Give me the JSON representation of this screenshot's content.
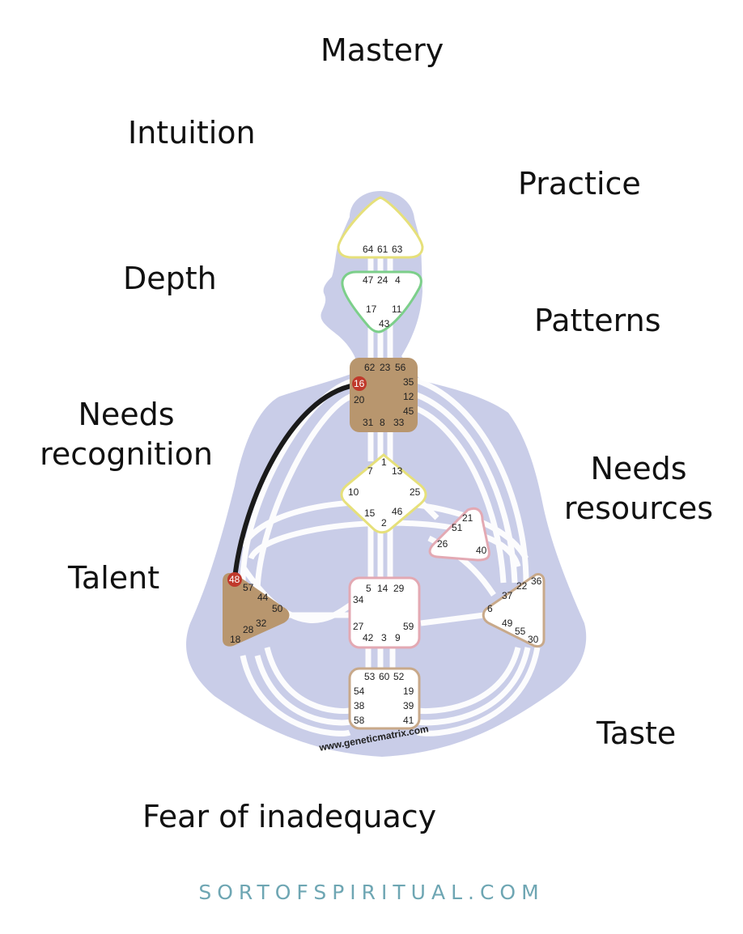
{
  "labels": {
    "mastery": "Mastery",
    "intuition": "Intuition",
    "practice": "Practice",
    "depth": "Depth",
    "patterns": "Patterns",
    "needs_recognition_1": "Needs",
    "needs_recognition_2": "recognition",
    "needs_resources_1": "Needs",
    "needs_resources_2": "resources",
    "talent": "Talent",
    "taste": "Taste",
    "fear": "Fear of inadequacy"
  },
  "footer": "SORTOFSPIRITUAL.COM",
  "bodygraph": {
    "watermark": "www.geneticmatrix.com",
    "colors": {
      "silhouette": "#c9cde8",
      "channel": "#ffffff",
      "defined_center": "#b8966e",
      "defined_channel": "#1a1a1a",
      "active_gate": "#c0392b",
      "head_outline": "#e6e07a",
      "ajna_outline": "#7ccf8a",
      "g_outline": "#e6e07a",
      "sacral_outline": "#e3a9b3",
      "ego_outline": "#e3a9b3",
      "solar_outline": "#c8a98a"
    },
    "centers": {
      "head": [
        "64",
        "61",
        "63"
      ],
      "ajna": [
        "47",
        "24",
        "4",
        "17",
        "11",
        "43"
      ],
      "throat": [
        "62",
        "23",
        "56",
        "16",
        "35",
        "20",
        "12",
        "45",
        "31",
        "8",
        "33"
      ],
      "g": [
        "1",
        "7",
        "13",
        "10",
        "25",
        "15",
        "46",
        "2"
      ],
      "ego": [
        "21",
        "51",
        "26",
        "40"
      ],
      "spleen": [
        "48",
        "57",
        "44",
        "50",
        "32",
        "28",
        "18"
      ],
      "sacral": [
        "5",
        "14",
        "29",
        "34",
        "27",
        "59",
        "42",
        "3",
        "9"
      ],
      "solar_plexus": [
        "37",
        "22",
        "36",
        "6",
        "49",
        "55",
        "30"
      ],
      "root": [
        "53",
        "60",
        "52",
        "54",
        "19",
        "38",
        "39",
        "58",
        "41"
      ]
    },
    "active_gates": [
      "16",
      "48"
    ]
  }
}
